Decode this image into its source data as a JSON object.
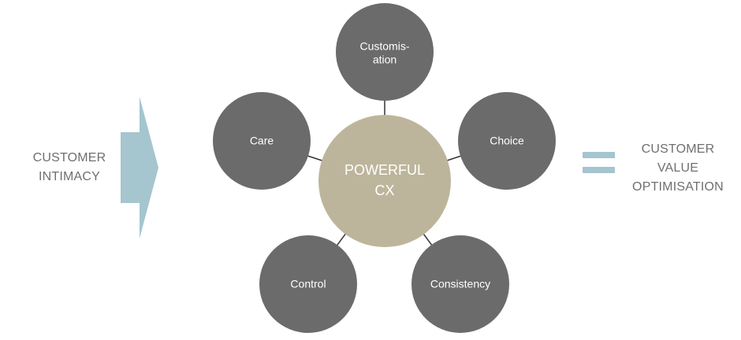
{
  "input_label": "CUSTOMER\nINTIMACY",
  "output_label": "CUSTOMER\nVALUE\nOPTIMISATION",
  "center": {
    "lines": [
      "POWERFUL",
      "CX"
    ]
  },
  "nodes": [
    {
      "lines": [
        "Customis-",
        "ation"
      ]
    },
    {
      "lines": [
        "Choice"
      ]
    },
    {
      "lines": [
        "Consistency"
      ]
    },
    {
      "lines": [
        "Control"
      ]
    },
    {
      "lines": [
        "Care"
      ]
    }
  ],
  "colors": {
    "arrow": "#a5c5cf",
    "equals": "#a5c5cf",
    "node": "#6b6b6b",
    "center": "#bdb59b",
    "connector": "#333333",
    "side_text": "#6f6f6f"
  }
}
